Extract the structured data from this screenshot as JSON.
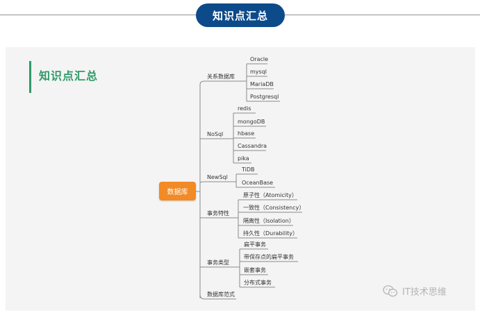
{
  "header": {
    "title": "知识点汇总"
  },
  "panel": {
    "title": "知识点汇总"
  },
  "mindmap": {
    "root": "数据库",
    "branches": [
      {
        "label": "关系数据库",
        "children": [
          "Oracle",
          "mysql",
          "MariaDB",
          "Postgresql"
        ]
      },
      {
        "label": "NoSql",
        "children": [
          "redis",
          "mongoDB",
          "hbase",
          "Cassandra",
          "pika"
        ]
      },
      {
        "label": "NewSql",
        "children": [
          "TiDB",
          "OceanBase"
        ]
      },
      {
        "label": "事务特性",
        "children": [
          "原子性（Atomicity）",
          "一致性（Consistency）",
          "隔离性（Isolation）",
          "持久性（Durability）"
        ]
      },
      {
        "label": "事务类型",
        "children": [
          "扁平事务",
          "带保存点的扁平事务",
          "嵌套事务",
          "分布式事务"
        ]
      },
      {
        "label": "数据库范式",
        "children": []
      }
    ]
  },
  "watermark": {
    "text": "IT技术思维",
    "icon": "wechat-icon"
  },
  "colors": {
    "header": "#0c4a8a",
    "accent_green": "#2e9a68",
    "root": "#f28a25"
  }
}
